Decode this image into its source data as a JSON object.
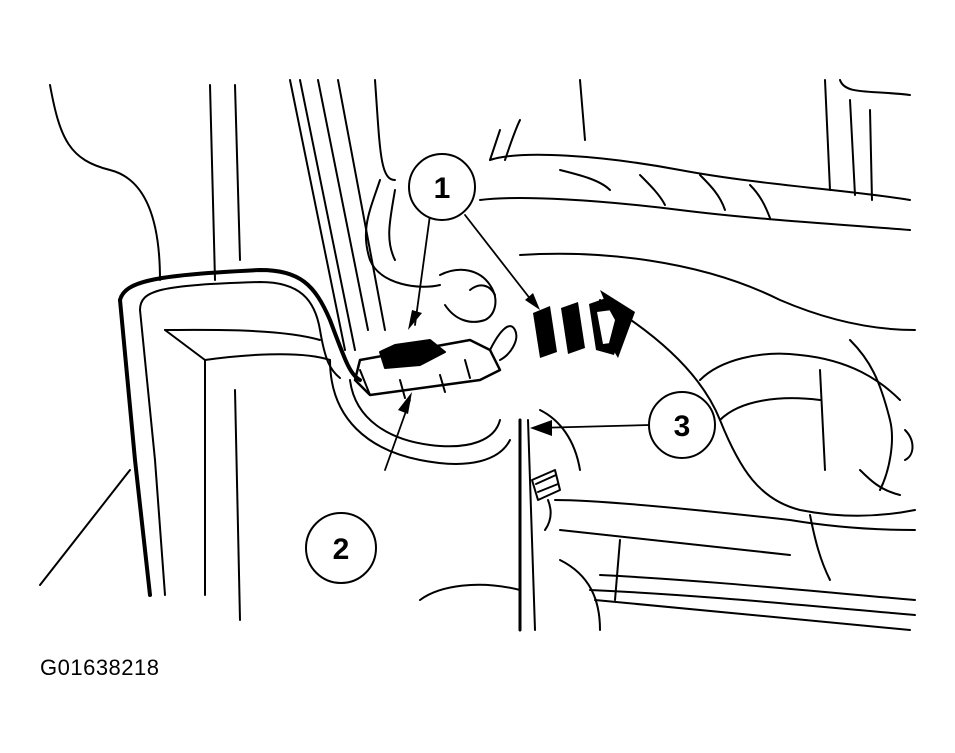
{
  "figure": {
    "id_label": "G01638218",
    "background": "#ffffff",
    "ink": "#000000"
  },
  "callouts": [
    {
      "label": "1"
    },
    {
      "label": "2"
    },
    {
      "label": "3"
    }
  ]
}
